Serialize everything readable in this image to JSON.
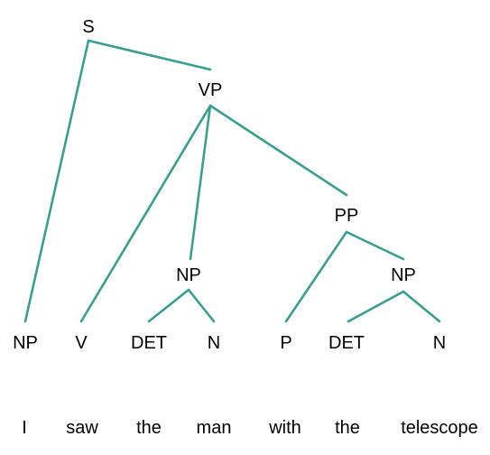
{
  "diagram": {
    "type": "parse-tree",
    "edge_color": "#3a9e8f",
    "nodes": [
      {
        "id": "S",
        "label": "S"
      },
      {
        "id": "VP",
        "label": "VP"
      },
      {
        "id": "NP_obj",
        "label": "NP"
      },
      {
        "id": "PP",
        "label": "PP"
      },
      {
        "id": "NP_pp",
        "label": "NP"
      },
      {
        "id": "NP_subj",
        "label": "NP"
      },
      {
        "id": "V",
        "label": "V"
      },
      {
        "id": "DET1",
        "label": "DET"
      },
      {
        "id": "N1",
        "label": "N"
      },
      {
        "id": "P",
        "label": "P"
      },
      {
        "id": "DET2",
        "label": "DET"
      },
      {
        "id": "N2",
        "label": "N"
      }
    ],
    "edges": [
      [
        "S",
        "NP_subj"
      ],
      [
        "S",
        "VP"
      ],
      [
        "VP",
        "V"
      ],
      [
        "VP",
        "NP_obj"
      ],
      [
        "VP",
        "PP"
      ],
      [
        "NP_obj",
        "DET1"
      ],
      [
        "NP_obj",
        "N1"
      ],
      [
        "PP",
        "P"
      ],
      [
        "PP",
        "NP_pp"
      ],
      [
        "NP_pp",
        "DET2"
      ],
      [
        "NP_pp",
        "N2"
      ]
    ],
    "words": [
      "I",
      "saw",
      "the",
      "man",
      "with",
      "the",
      "telescope"
    ]
  }
}
